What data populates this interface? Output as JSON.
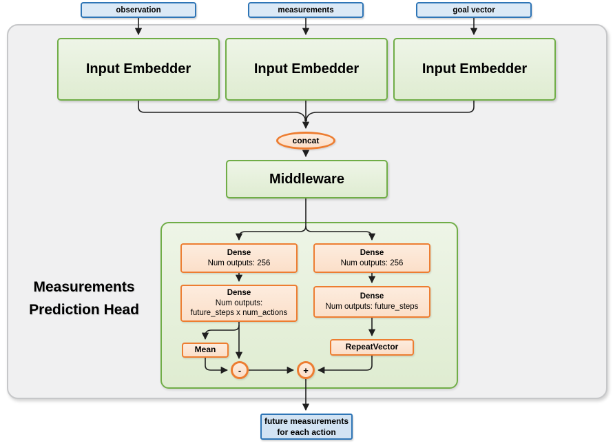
{
  "diagram": {
    "inputs": [
      "observation",
      "measurements",
      "goal vector"
    ],
    "embedders": [
      "Input Embedder",
      "Input Embedder",
      "Input Embedder"
    ],
    "concat_label": "concat",
    "middleware_label": "Middleware",
    "head": {
      "title_line1": "Measurements",
      "title_line2": "Prediction Head",
      "dense_left_1": {
        "title": "Dense",
        "subtitle": "Num outputs: 256"
      },
      "dense_right_1": {
        "title": "Dense",
        "subtitle": "Num outputs: 256"
      },
      "dense_left_2": {
        "title": "Dense",
        "subtitle": "Num outputs:",
        "subtitle2": "future_steps x num_actions"
      },
      "dense_right_2": {
        "title": "Dense",
        "subtitle": "Num outputs: future_steps"
      },
      "mean_label": "Mean",
      "repeat_vector_label": "RepeatVector",
      "minus_label": "-",
      "plus_label": "+"
    },
    "output": {
      "line1": "future measurements",
      "line2": "for each action"
    }
  },
  "colors": {
    "green_border": "#70ad47",
    "orange_border": "#ed7d31",
    "blue_border": "#2e75b6",
    "blue_fill": "#dbe9f6",
    "orange_fill": "#fce5d4",
    "green_fill": "#e6efda",
    "container_fill": "#f0f0f1",
    "container_border": "#c6c7c9",
    "wire": "#1f1f1f"
  }
}
